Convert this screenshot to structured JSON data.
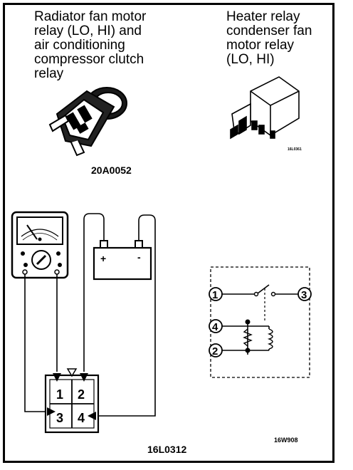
{
  "captions": {
    "left": [
      "Radiator fan motor",
      "relay (LO, HI) and",
      "air conditioning",
      "compressor clutch",
      "relay"
    ],
    "right": [
      "Heater relay",
      "condenser fan",
      "motor relay",
      "(LO, HI)"
    ]
  },
  "codes": {
    "relay_left": "20A0052",
    "relay_right": "16L0361",
    "test_setup": "16L0312",
    "schematic": "16W908"
  },
  "battery": {
    "plus": "+",
    "minus": "-"
  },
  "connector_terminals": [
    "1",
    "2",
    "3",
    "4"
  ],
  "schematic_terminals": [
    "1",
    "3",
    "4",
    "2"
  ]
}
